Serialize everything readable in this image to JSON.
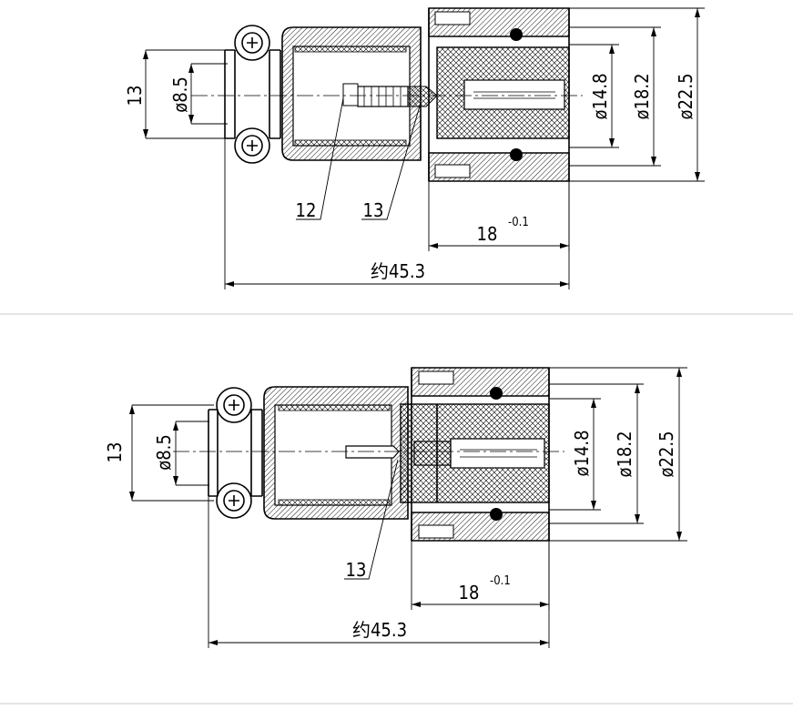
{
  "drawings": [
    {
      "dims": {
        "height": "13",
        "dia_cable": "ø8.5",
        "dia_small": "ø14.8",
        "dia_mid": "ø18.2",
        "dia_large": "ø22.5",
        "length_nut": "18",
        "length_nut_tol": "-0.1",
        "length_total": "约45.3"
      },
      "callouts": [
        "12",
        "13"
      ]
    },
    {
      "dims": {
        "height": "13",
        "dia_cable": "ø8.5",
        "dia_small": "ø14.8",
        "dia_mid": "ø18.2",
        "dia_large": "ø22.5",
        "length_nut": "18",
        "length_nut_tol": "-0.1",
        "length_total": "约45.3"
      },
      "callouts": [
        "13"
      ]
    }
  ]
}
